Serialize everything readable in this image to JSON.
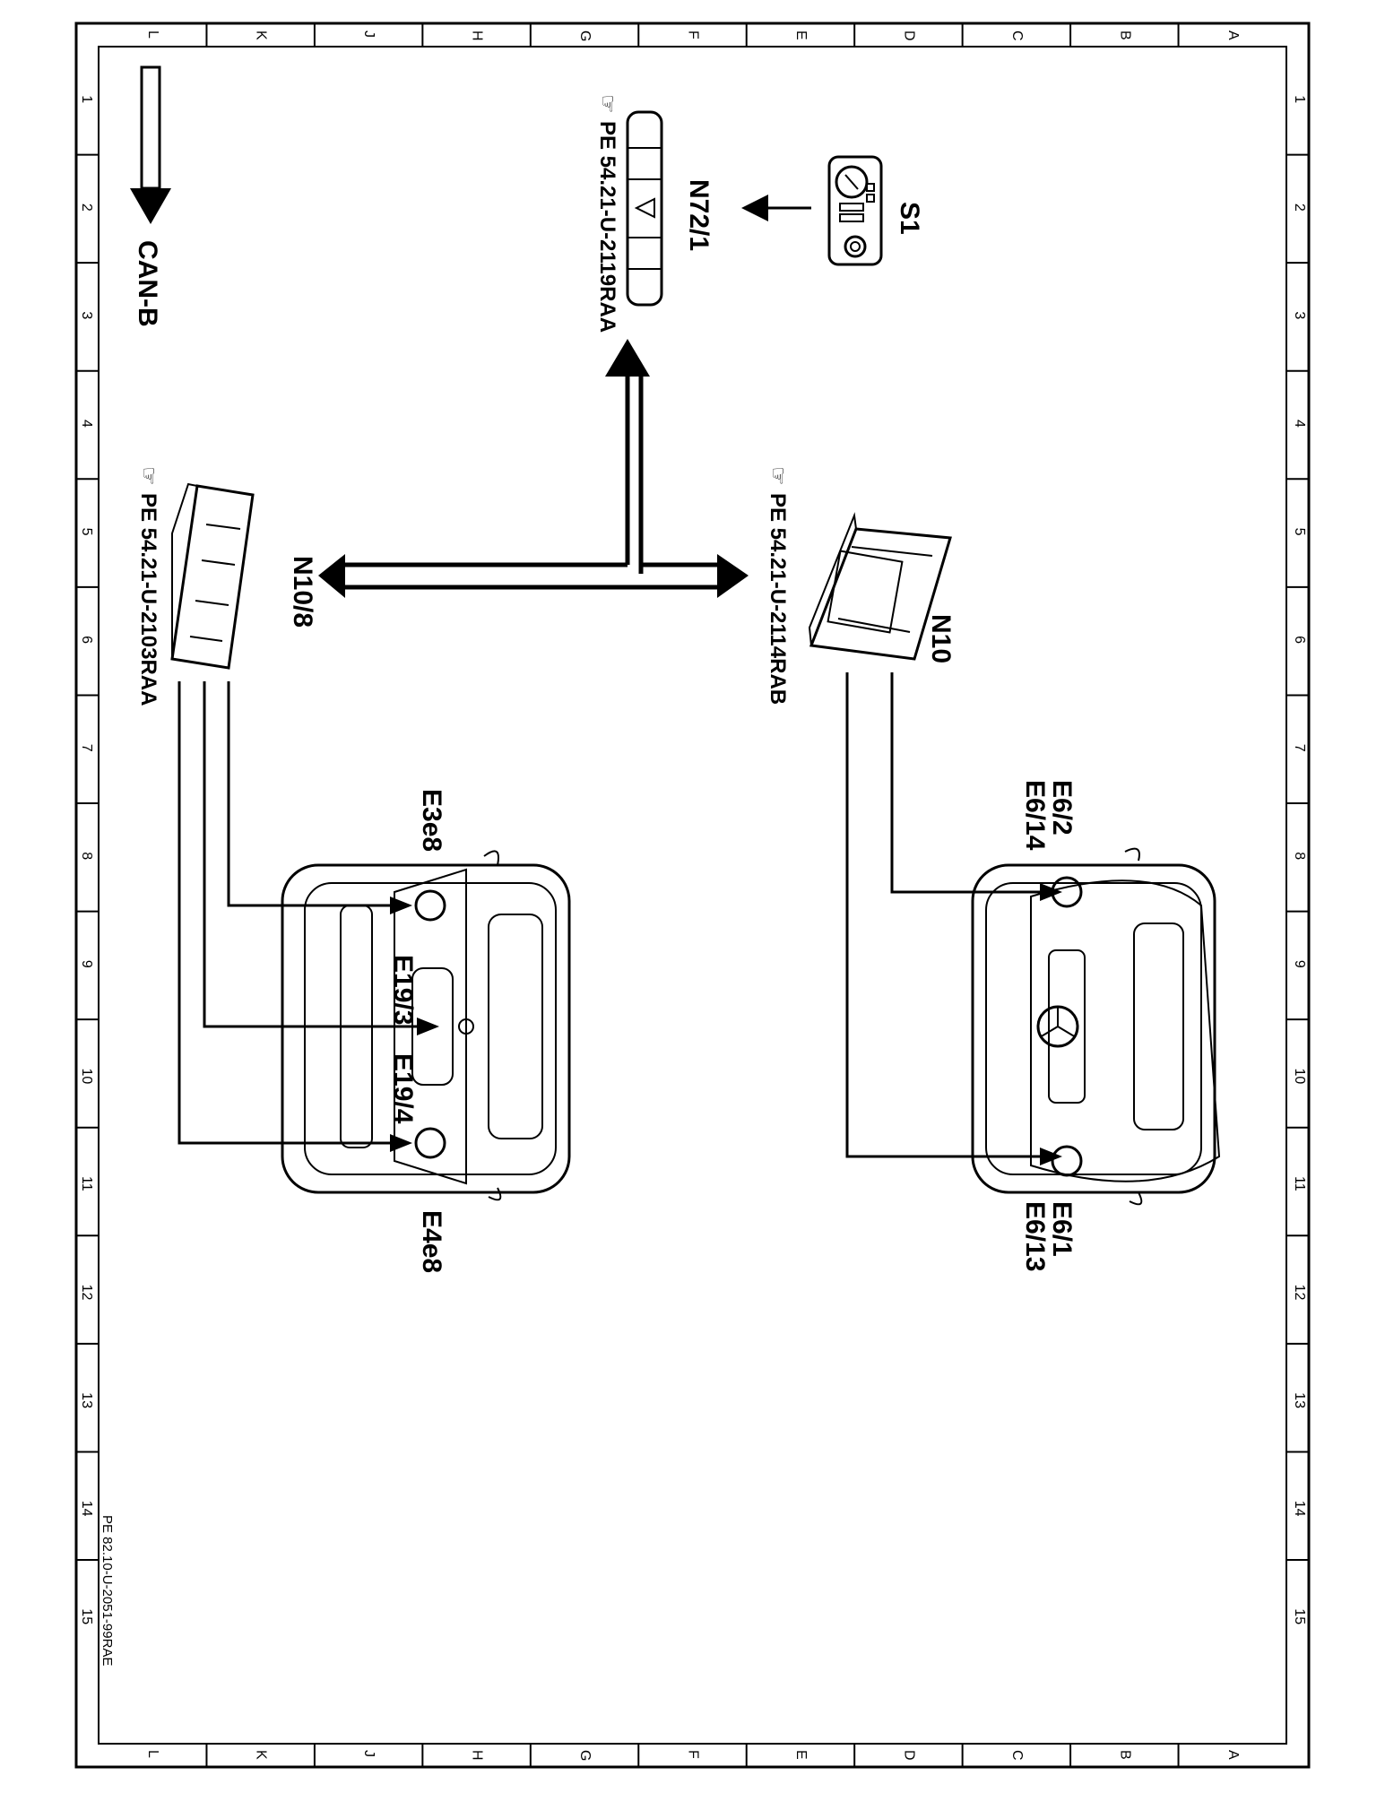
{
  "diagram": {
    "grid": {
      "letters": [
        "L",
        "K",
        "J",
        "H",
        "G",
        "F",
        "E",
        "D",
        "C",
        "B",
        "A"
      ],
      "numbers": [
        "1",
        "2",
        "3",
        "4",
        "5",
        "6",
        "7",
        "8",
        "9",
        "10",
        "11",
        "12",
        "13",
        "14",
        "15"
      ]
    },
    "components": {
      "s1": "S1",
      "n72_1": "N72/1",
      "n10": "N10",
      "n10_8": "N10/8",
      "e6_2": "E6/2",
      "e6_14": "E6/14",
      "e6_1": "E6/1",
      "e6_13": "E6/13",
      "e3e8": "E3e8",
      "e4e8": "E4e8",
      "e19_3": "E19/3",
      "e19_4": "E19/4"
    },
    "bus_label": "CAN-B",
    "references": {
      "n72_1": "PE 54.21-U-2119RAA",
      "n10": "PE 54.21-U-2114RAB",
      "n10_8": "PE 54.21-U-2103RAA"
    },
    "footer_code": "PE 82.10-U-2051-99RAE"
  }
}
